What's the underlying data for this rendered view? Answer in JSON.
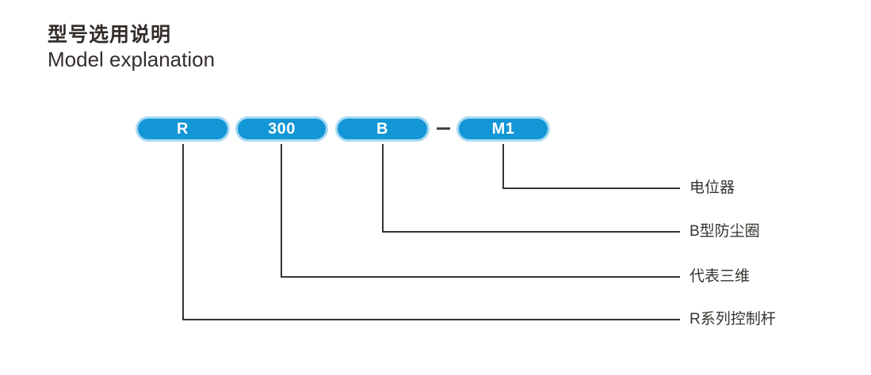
{
  "header": {
    "title_zh": "型号选用说明",
    "title_en": "Model explanation"
  },
  "model": {
    "segments": [
      {
        "code": "R",
        "meaning": "R系列控制杆"
      },
      {
        "code": "300",
        "meaning": "代表三维"
      },
      {
        "code": "B",
        "meaning": "B型防尘圈"
      },
      {
        "code": "M1",
        "meaning": "电位器"
      }
    ],
    "separator": "-"
  },
  "colors": {
    "pill_fill": "#1296d6",
    "pill_border": "#a6d9f3",
    "pill_text": "#ffffff",
    "line": "#37332f",
    "text": "#332e2b"
  }
}
